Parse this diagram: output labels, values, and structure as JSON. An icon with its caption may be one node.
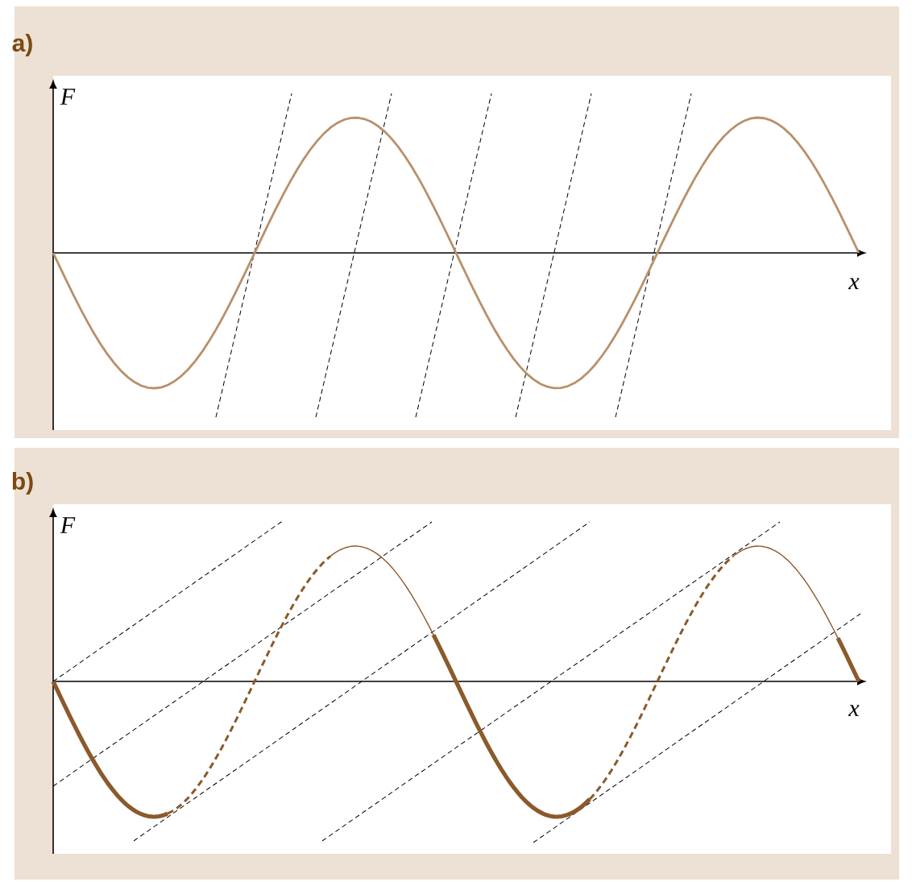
{
  "diagram": {
    "labels": [
      "a)",
      "F",
      "x",
      "b)",
      "F",
      "x"
    ]
  }
}
